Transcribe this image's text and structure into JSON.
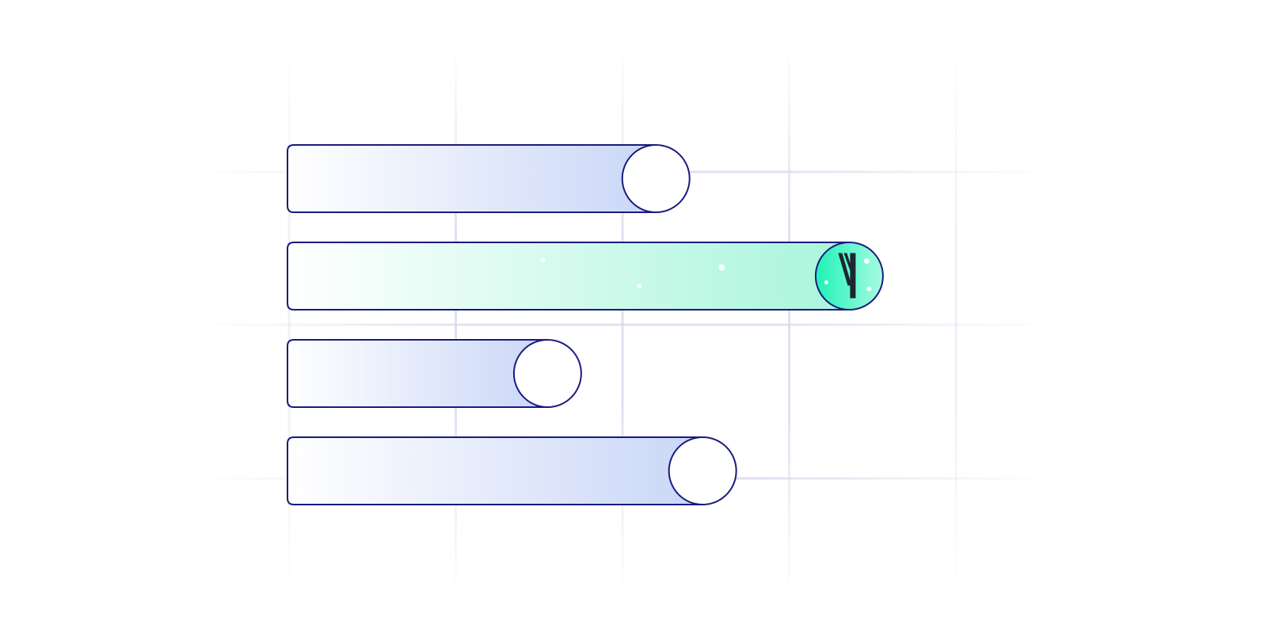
{
  "chart_data": {
    "type": "bar",
    "orientation": "horizontal",
    "title": "",
    "xlabel": "",
    "ylabel": "",
    "xlim": [
      0,
      4
    ],
    "grid": true,
    "values": [
      2.21,
      3.37,
      1.56,
      2.49
    ],
    "highlight_index": 1,
    "highlight_icon": "brand-logo-icon"
  },
  "colors": {
    "outline": "#1a1a7e",
    "bar_gradient_start": "#ffffff",
    "bar_gradient_end": "#c9d6f7",
    "highlight_gradient_start": "#ffffff",
    "highlight_gradient_end": "#a8f5dc",
    "highlight_knob_start": "#1ef2b6",
    "highlight_knob_end": "#a8fbe2",
    "grid": "#d5d5ec",
    "logo": "#1c2630"
  }
}
